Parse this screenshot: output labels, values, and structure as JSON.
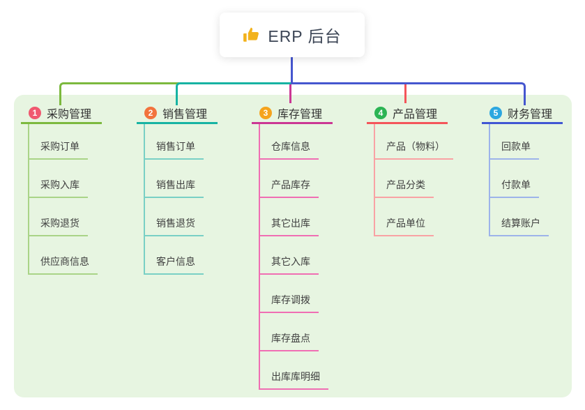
{
  "root": {
    "icon": "thumbs-up-icon",
    "icon_color": "#f2b21c",
    "title": "ERP 后台"
  },
  "panel_bg": "#e7f5e1",
  "trunk_color": "#4556cf",
  "branches": [
    {
      "badge": "1",
      "badge_color": "#f0586f",
      "line_color": "#7cb93e",
      "child_line_color": "#a9d487",
      "title": "采购管理",
      "children": [
        "采购订单",
        "采购入库",
        "采购退货",
        "供应商信息"
      ]
    },
    {
      "badge": "2",
      "badge_color": "#f2733d",
      "line_color": "#17b3a3",
      "child_line_color": "#79d0c5",
      "title": "销售管理",
      "children": [
        "销售订单",
        "销售出库",
        "销售退货",
        "客户信息"
      ]
    },
    {
      "badge": "3",
      "badge_color": "#f5a31d",
      "line_color": "#cb3794",
      "child_line_color": "#f06eb3",
      "title": "库存管理",
      "children": [
        "仓库信息",
        "产品库存",
        "其它出库",
        "其它入库",
        "库存调拨",
        "库存盘点",
        "出库库明细"
      ]
    },
    {
      "badge": "4",
      "badge_color": "#2cb454",
      "line_color": "#f4555a",
      "child_line_color": "#f9a2a4",
      "title": "产品管理",
      "children": [
        "产品（物料）",
        "产品分类",
        "产品单位"
      ]
    },
    {
      "badge": "5",
      "badge_color": "#2ca7e0",
      "line_color": "#4156d3",
      "child_line_color": "#9db3ea",
      "title": "财务管理",
      "children": [
        "回款单",
        "付款单",
        "结算账户"
      ]
    }
  ]
}
